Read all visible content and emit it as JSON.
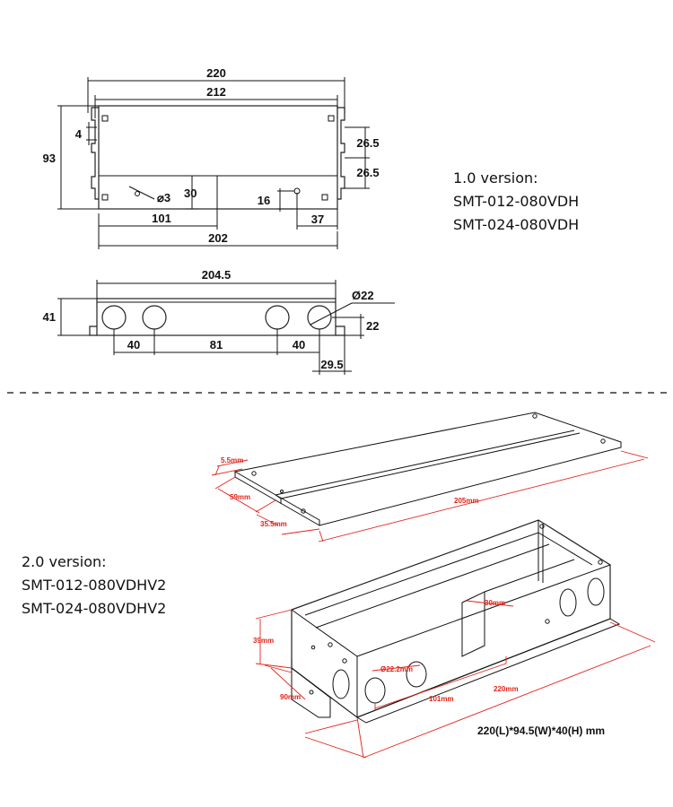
{
  "v1": {
    "heading": "1.0 version:",
    "models": [
      "SMT-012-080VDH",
      "SMT-024-080VDH"
    ],
    "dims": {
      "overall_length": "220",
      "inner_length": "212",
      "tab": "4",
      "height": "93",
      "slot_pitch_1": "26.5",
      "slot_pitch_2": "26.5",
      "hole_dia": "⌀3",
      "hole_offset": "30",
      "hole_x": "101",
      "slot_offset": "16",
      "slot_x": "37",
      "base_length": "202",
      "side_length": "204.5",
      "knockout_dia": "Ø22",
      "side_height": "41",
      "knockout_height": "22",
      "ko_pitch_1": "40",
      "ko_pitch_2": "81",
      "ko_pitch_3": "40",
      "ko_end": "29.5"
    }
  },
  "v2": {
    "heading": "2.0 version:",
    "models": [
      "SMT-012-080VDHV2",
      "SMT-024-080VDHV2"
    ],
    "dims": {
      "lid_edge": "5.5mm",
      "lid_width": "59mm",
      "lid_step": "35.5mm",
      "lid_length": "205mm",
      "partition": "30mm",
      "height": "39mm",
      "width": "90mm",
      "knockout": "Ø22.2mm",
      "knockout_pitch": "101mm",
      "length": "220mm"
    },
    "overall_size": "220(L)*94.5(W)*40(H) mm"
  },
  "colors": {
    "line": "#111111",
    "dimension_red": "#e2231a",
    "divider": "#333333"
  }
}
